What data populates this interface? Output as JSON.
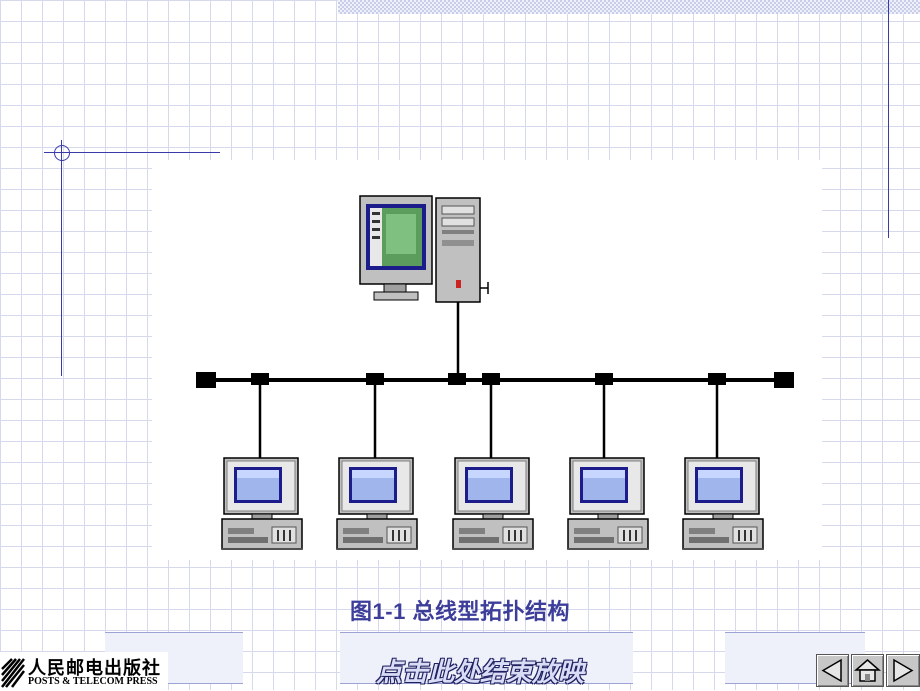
{
  "diagram": {
    "server_label": "server",
    "workstation_count": 5
  },
  "caption": "图1-1  总线型拓扑结构",
  "footer": {
    "publisher_cn": "人民邮电出版社",
    "publisher_en": "POSTS & TELECOM PRESS",
    "end_show_label": "点击此处结束放映"
  },
  "nav": {
    "prev": "previous-slide",
    "home": "home",
    "next": "next-slide"
  },
  "colors": {
    "accent": "#3d3d9a",
    "grid": "#d6d9ec",
    "bus": "#000000"
  }
}
